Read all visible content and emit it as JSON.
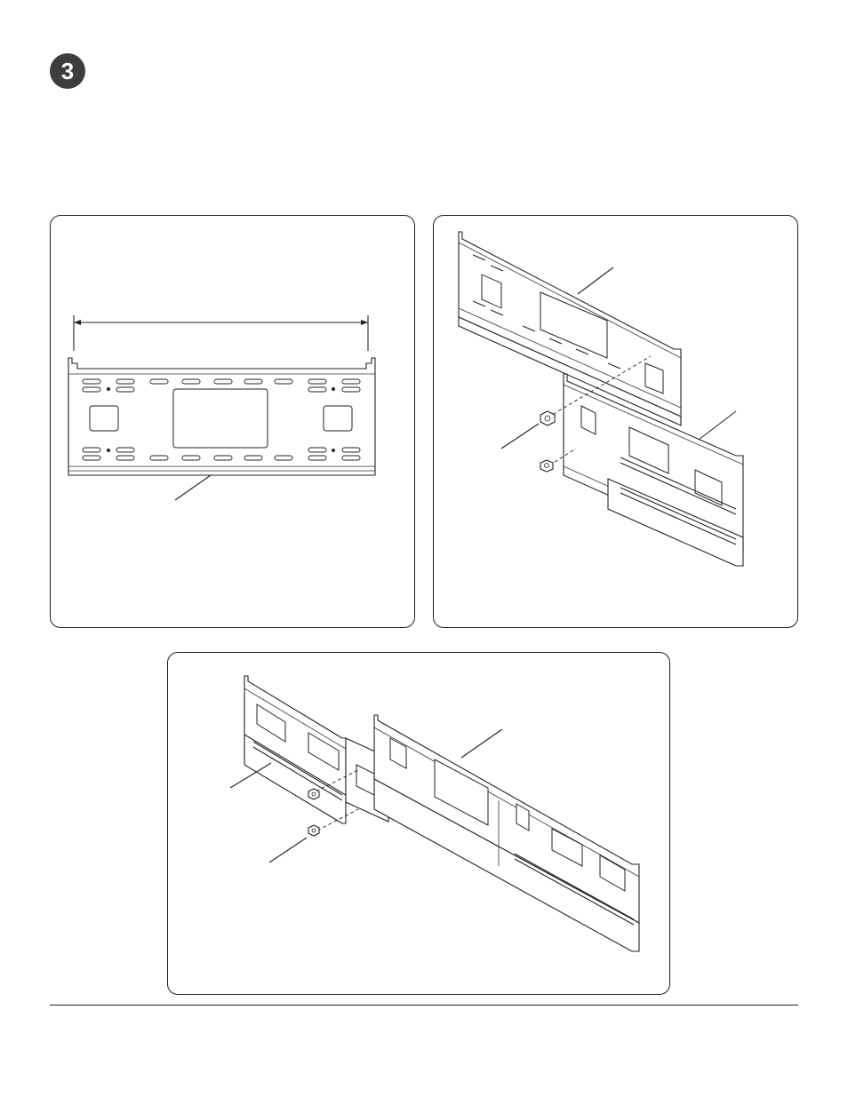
{
  "step": {
    "number": "3"
  },
  "figures": [
    {
      "id": "A",
      "description_icon": "wall-plate-front-view"
    },
    {
      "id": "B",
      "description_icon": "plate-extension-assembly"
    },
    {
      "id": "C",
      "description_icon": "plate-extension-assembly-reverse"
    }
  ]
}
